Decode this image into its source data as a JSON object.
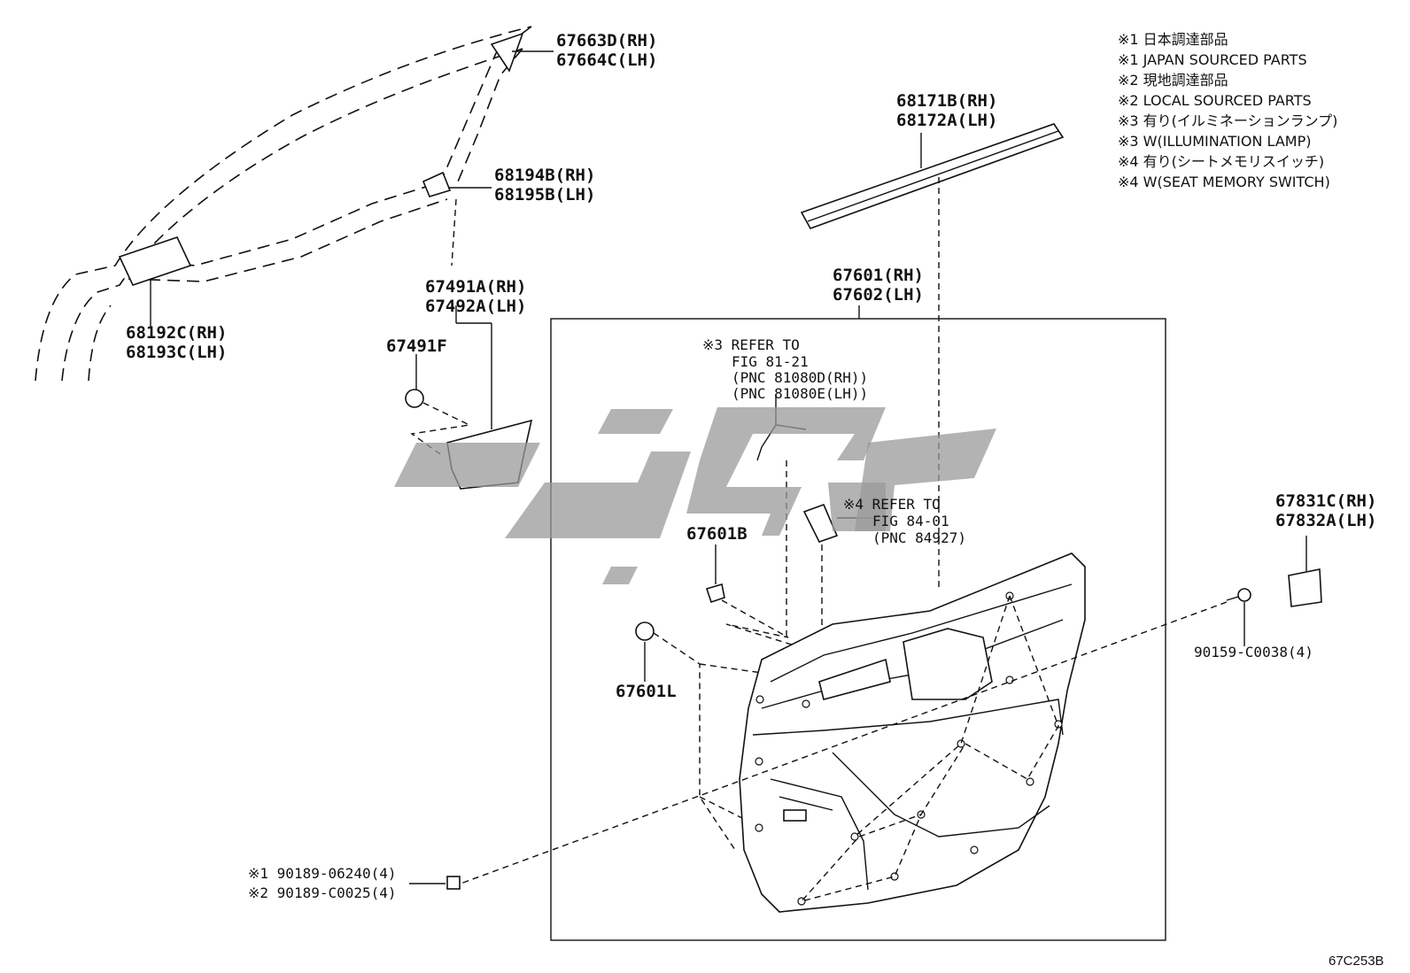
{
  "notes": [
    "※1 日本調達部品",
    "※1 JAPAN SOURCED PARTS",
    "※2 現地調達部品",
    "※2 LOCAL SOURCED PARTS",
    "※3 有り(イルミネーションランプ)",
    "※3 W(ILLUMINATION LAMP)",
    "※4 有り(シートメモリスイッチ)",
    "※4 W(SEAT MEMORY SWITCH)"
  ],
  "labels": {
    "p67663": [
      "67663D(RH)",
      "67664C(LH)"
    ],
    "p68194": [
      "68194B(RH)",
      "68195B(LH)"
    ],
    "p68192": [
      "68192C(RH)",
      "68193C(LH)"
    ],
    "p67491": [
      "67491A(RH)",
      "67492A(LH)"
    ],
    "p67491f": "67491F",
    "p68171": [
      "68171B(RH)",
      "68172A(LH)"
    ],
    "p67601": [
      "67601(RH)",
      "67602(LH)"
    ],
    "ref3": [
      "※3 REFER TO",
      "FIG 81-21",
      "(PNC 81080D(RH))",
      "(PNC 81080E(LH))"
    ],
    "ref4": [
      "※4 REFER TO",
      "FIG 84-01",
      "(PNC 84927)"
    ],
    "p67601b": "67601B",
    "p67601l": "67601L",
    "p67831": [
      "67831C(RH)",
      "67832A(LH)"
    ],
    "p90159": "90159-C0038(4)",
    "p90189": [
      "※1 90189-06240(4)",
      "※2 90189-C0025(4)"
    ]
  },
  "footer_code": "67C253B"
}
